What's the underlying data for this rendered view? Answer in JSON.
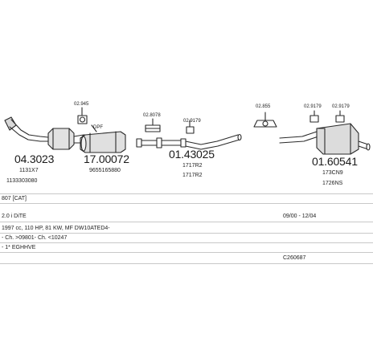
{
  "parts": {
    "p1": {
      "number": "04.3023",
      "ref1": "1131X7",
      "ref2": "1133303080"
    },
    "p2": {
      "number": "17.00072",
      "ref1": "9655165880",
      "dpf": "DPF"
    },
    "p3": {
      "number": "01.43025",
      "ref1": "1717R2",
      "ref2": "1717R2"
    },
    "p4": {
      "number": "01.60541",
      "ref1": "173CN9",
      "ref2": "1726NS"
    }
  },
  "fittings": {
    "f1": "02.945",
    "f2": "02.8078",
    "f3": "02.9179",
    "f4": "02.855",
    "f5": "02.9179",
    "f6": "02.9179"
  },
  "table": {
    "model": "807 [CAT]",
    "engine": "2.0 i DiTE",
    "date_range": "09/00 - 12/04",
    "spec_line": "1997 cc, 110 HP, 81 KW, MF DW10ATED4-",
    "chassis_line": "- Ch. >09801- Ch. <10247",
    "option_line": "- 1* EGHHVE",
    "code": "C260687"
  }
}
